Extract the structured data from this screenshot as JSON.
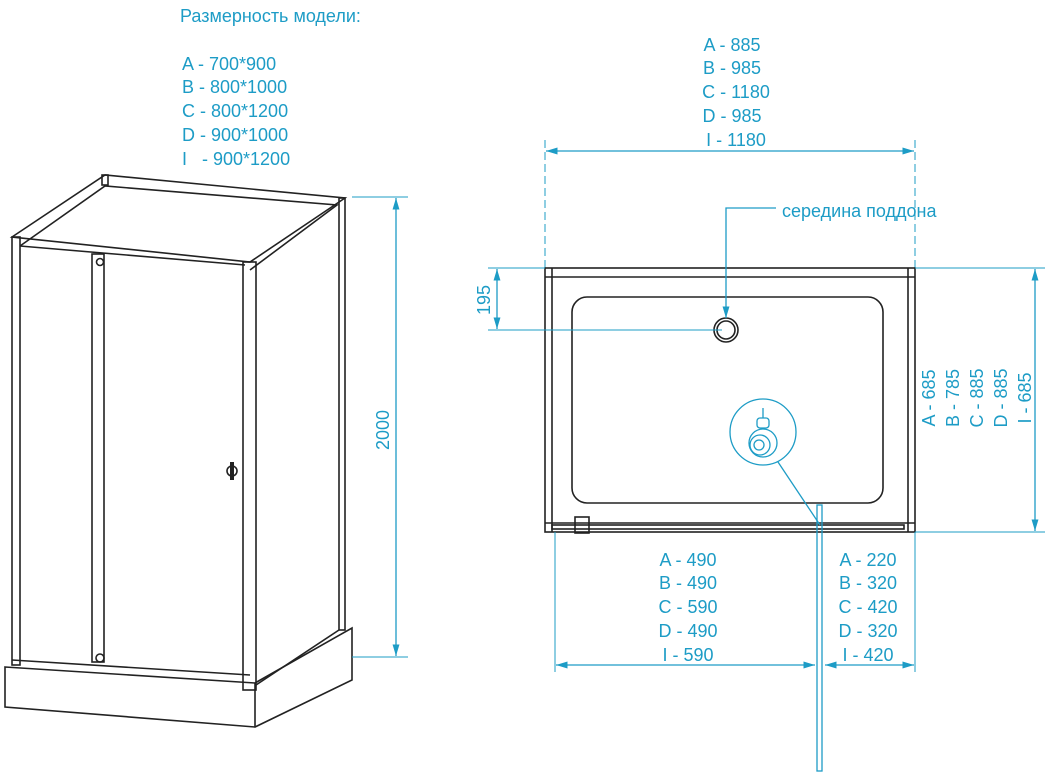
{
  "legend": {
    "title": "Размерность модели:",
    "models": [
      "A - 700*900",
      "B - 800*1000",
      "C - 800*1200",
      "D - 900*1000",
      "I   - 900*1200"
    ]
  },
  "height_dim": "2000",
  "top_width": [
    "A - 885",
    "B - 985",
    "C - 1180",
    "D - 985",
    "I - 1180"
  ],
  "center_label": "середина поддона",
  "drain_offset": "195",
  "depth": [
    "A - 685",
    "B - 785",
    "C - 885",
    "D - 885",
    "I - 685"
  ],
  "bottom_left": [
    "A - 490",
    "B - 490",
    "C - 590",
    "D - 490",
    "I - 590"
  ],
  "bottom_right": [
    "A - 220",
    "B - 320",
    "C - 420",
    "D - 320",
    "I - 420"
  ],
  "colors": {
    "accent": "#1d9cc6",
    "line": "#222222"
  }
}
